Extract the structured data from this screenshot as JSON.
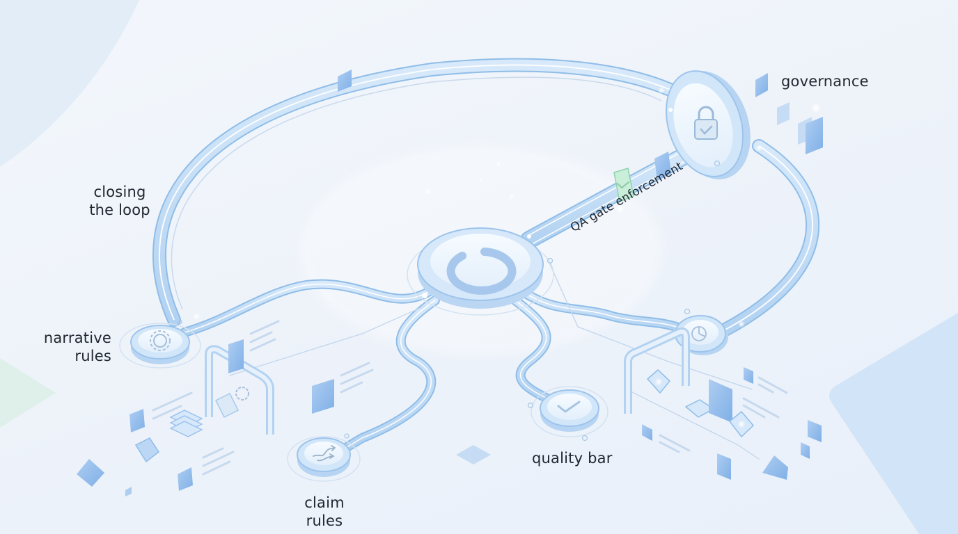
{
  "diagram": {
    "title": "",
    "hub": {
      "name": "central-hub",
      "icon": "ring-progress-icon"
    },
    "loop": {
      "name": "closing-loop-ring"
    },
    "nodes": [
      {
        "id": "governance",
        "label_lines": [
          "governance"
        ],
        "icon": "lock-check-icon"
      },
      {
        "id": "closing-the-loop",
        "label_lines": [
          "closing",
          "the loop"
        ],
        "icon": ""
      },
      {
        "id": "narrative-rules",
        "label_lines": [
          "narrative",
          "rules"
        ],
        "icon": "gear-icon"
      },
      {
        "id": "claim-rules",
        "label_lines": [
          "claim",
          "rules"
        ],
        "icon": "crossing-arrows-icon"
      },
      {
        "id": "quality-bar",
        "label_lines": [
          "quality bar"
        ],
        "icon": "checkmark-icon"
      },
      {
        "id": "analytics",
        "label_lines": [],
        "icon": "pie-chart-icon"
      }
    ],
    "edges": [
      {
        "from": "hub",
        "to": "governance",
        "label": "QA gate enforcement"
      },
      {
        "from": "hub",
        "to": "narrative-rules",
        "label": ""
      },
      {
        "from": "hub",
        "to": "claim-rules",
        "label": ""
      },
      {
        "from": "hub",
        "to": "quality-bar",
        "label": ""
      },
      {
        "from": "hub",
        "to": "analytics",
        "label": ""
      }
    ],
    "gate_token": {
      "icon": "check-shield-icon",
      "color": "#bfe8d2"
    },
    "colors": {
      "background": "#eef3fa",
      "pipe": "#bcd8f3",
      "pipe_edge": "#8fbde8",
      "pipe_highlight": "#ffffff",
      "tile": "#9cc2ee",
      "tile_dark": "#7fb0e6",
      "text": "#1f2630",
      "green_token": "#c9eed9"
    }
  },
  "labels": {
    "governance": "governance",
    "closing_1": "closing",
    "closing_2": "the loop",
    "narrative_1": "narrative",
    "narrative_2": "rules",
    "claim_1": "claim",
    "claim_2": "rules",
    "quality": "quality bar",
    "qa_gate": "QA gate enforcement"
  }
}
